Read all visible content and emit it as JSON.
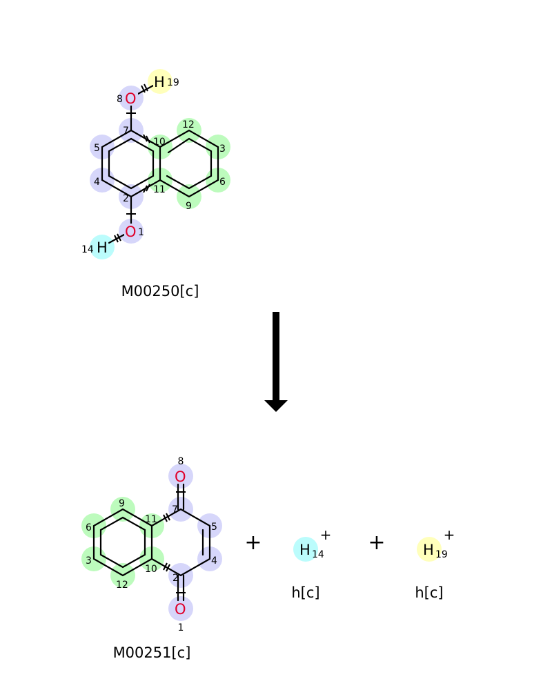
{
  "colors": {
    "blue": "#d6d6fa",
    "green": "#bdfbbd",
    "yellow": "#ffffbb",
    "cyan": "#bbfcfc",
    "oxygen": "#e0002a"
  },
  "reactant": {
    "name": "M00250[c]",
    "atoms": {
      "O8": {
        "symbol": "O",
        "num": "8"
      },
      "H19": {
        "symbol": "H",
        "num": "19"
      },
      "C7": {
        "num": "7"
      },
      "C5": {
        "num": "5"
      },
      "C4": {
        "num": "4"
      },
      "C2": {
        "num": "2"
      },
      "C10": {
        "num": "10"
      },
      "C11": {
        "num": "11"
      },
      "C12": {
        "num": "12"
      },
      "C3": {
        "num": "3"
      },
      "C6": {
        "num": "6"
      },
      "C9": {
        "num": "9"
      },
      "O1": {
        "symbol": "O",
        "num": "1"
      },
      "H14": {
        "symbol": "H",
        "num": "14"
      }
    }
  },
  "arrow": "reaction-arrow",
  "products": [
    {
      "name": "M00251[c]",
      "atoms": {
        "O8": {
          "symbol": "O",
          "num": "8"
        },
        "C7": {
          "num": "7"
        },
        "C5": {
          "num": "5"
        },
        "C4": {
          "num": "4"
        },
        "C2": {
          "num": "2"
        },
        "C11": {
          "num": "11"
        },
        "C10": {
          "num": "10"
        },
        "C9": {
          "num": "9"
        },
        "C6": {
          "num": "6"
        },
        "C3": {
          "num": "3"
        },
        "C12": {
          "num": "12"
        },
        "O1": {
          "symbol": "O",
          "num": "1"
        }
      }
    },
    {
      "name": "h[c]",
      "symbol": "H",
      "charge": "+",
      "num": "14"
    },
    {
      "name": "h[c]",
      "symbol": "H",
      "charge": "+",
      "num": "19"
    }
  ],
  "plus_sign": "+"
}
